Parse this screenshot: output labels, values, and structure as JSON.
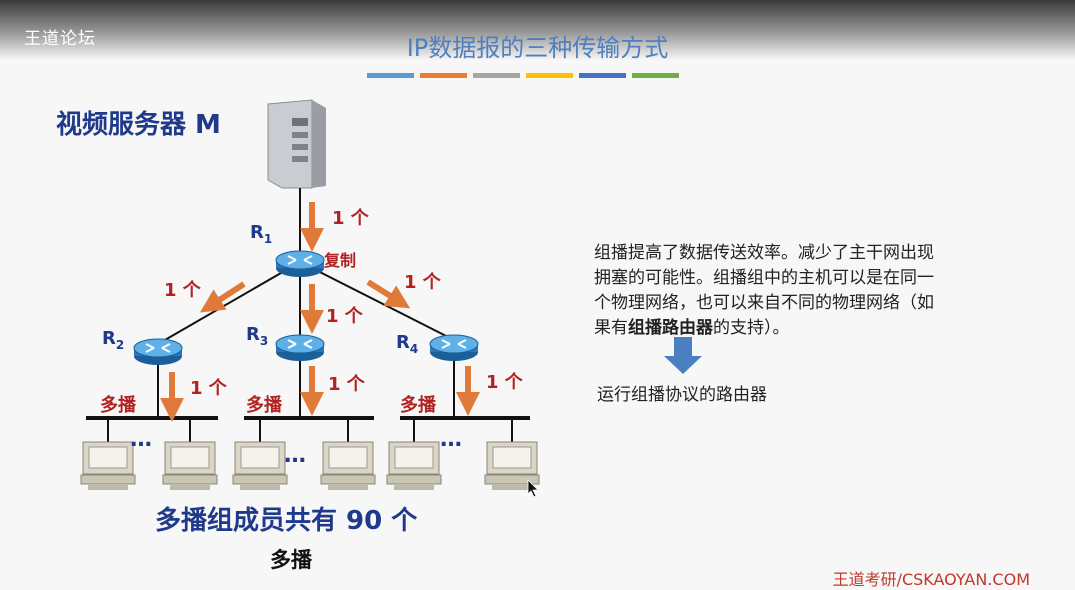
{
  "watermark": "王道论坛",
  "title": "IP数据报的三种传输方式",
  "title_bar_colors": [
    "#5b9bd5",
    "#ed7d31",
    "#a5a5a5",
    "#ffc000",
    "#4472c4",
    "#70ad47"
  ],
  "server_label": "视频服务器 M",
  "routers": {
    "r1": {
      "letter": "R",
      "sub": "1"
    },
    "r2": {
      "letter": "R",
      "sub": "2"
    },
    "r3": {
      "letter": "R",
      "sub": "3"
    },
    "r4": {
      "letter": "R",
      "sub": "4"
    }
  },
  "copy_label": "复制",
  "one_packet": "1 个",
  "multicast_label": "多播",
  "ellipsis": "…",
  "note": {
    "line1": "组播提高了数据传送效率。减少了主干网出现",
    "line2": "拥塞的可能性。组播组中的主机可以是在同一",
    "line3": "个物理网络，也可以来自不同的物理网络（如",
    "line4_pre": "果有",
    "line4_bold": "组播路由器",
    "line4_post": "的支持）。"
  },
  "router_note": "运行组播协议的路由器",
  "summary": "多播组成员共有 90 个",
  "caption": "多播",
  "footer": "王道考研/CSKAOYAN.COM",
  "colors": {
    "accent_blue": "#1f3a8a",
    "label_red": "#b22222",
    "arrow_orange": "#e07a3a",
    "arrow_blue": "#4a7fc1"
  }
}
